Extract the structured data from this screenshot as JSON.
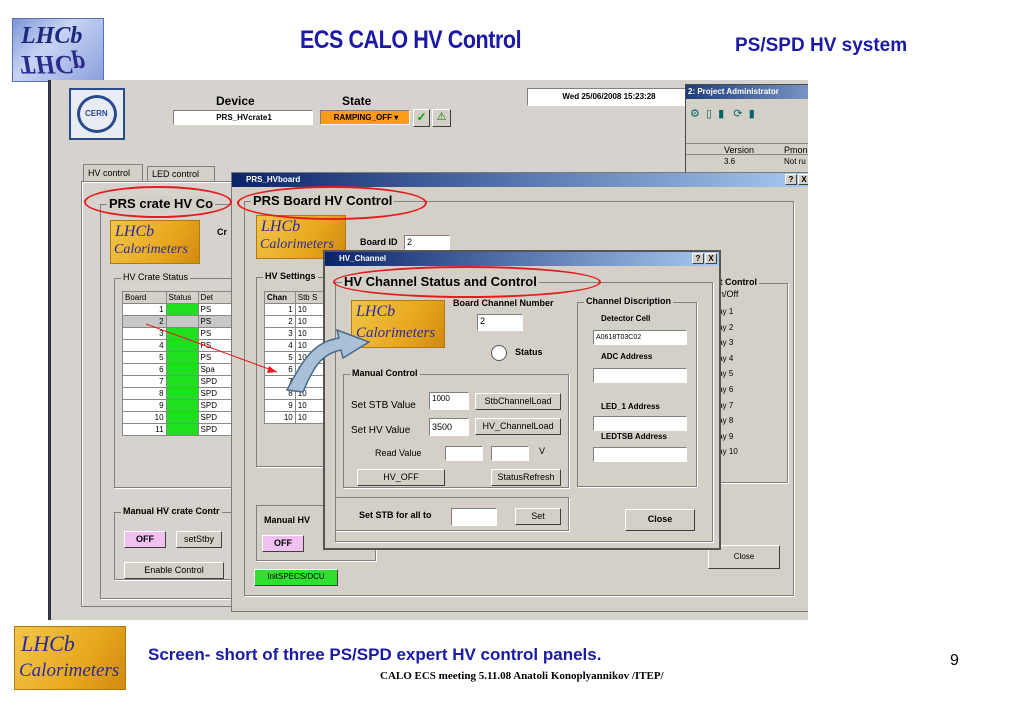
{
  "slide": {
    "logo_text_top": "LHCb",
    "logo_text_bottom": "THCp",
    "title": "ECS CALO HV Control",
    "subtitle": "PS/SPD HV system",
    "caption": "Screen- short of  three PS/SPD  expert HV control panels.",
    "footer": "CALO ECS meeting 5.11.08     Anatoli Konoplyannikov /ITEP/",
    "page_number": "9",
    "bottom_logo_l1": "LHCb",
    "bottom_logo_l2": "Calorimeters"
  },
  "header_panel": {
    "device_label": "Device",
    "state_label": "State",
    "device_value": "PRS_HVcrate1",
    "state_value": "RAMPING_OFF",
    "datetime": "Wed 25/06/2008     15:23:28",
    "cern": "CERN"
  },
  "admin": {
    "title": "2: Project Administrator",
    "col1": "Version",
    "col2": "Pmon",
    "val1": "3.6",
    "val2": "Not ru"
  },
  "crate": {
    "tab1": "HV control",
    "tab2": "LED control",
    "heading": "PRS crate HV Co",
    "cr": "Cr",
    "status_group": "HV Crate Status",
    "cols": [
      "Board",
      "Status",
      "Det"
    ],
    "rows": [
      {
        "board": "1",
        "det": "PS"
      },
      {
        "board": "2",
        "det": "PS"
      },
      {
        "board": "3",
        "det": "PS"
      },
      {
        "board": "4",
        "det": "PS"
      },
      {
        "board": "5",
        "det": "PS"
      },
      {
        "board": "6",
        "det": "Spa"
      },
      {
        "board": "7",
        "det": "SPD"
      },
      {
        "board": "8",
        "det": "SPD"
      },
      {
        "board": "9",
        "det": "SPD"
      },
      {
        "board": "10",
        "det": "SPD"
      },
      {
        "board": "11",
        "det": "SPD"
      }
    ],
    "manual_group": "Manual HV crate Contr",
    "off": "OFF",
    "setstby": "setStby",
    "enable": "Enable Control"
  },
  "board": {
    "title": "PRS_HVboard",
    "heading": "PRS Board HV Control",
    "board_id_label": "Board ID",
    "board_id": "2",
    "settings_group": "HV Settings",
    "cols": [
      "Chan",
      "Stb S"
    ],
    "rows": [
      {
        "ch": "1",
        "v": "10"
      },
      {
        "ch": "2",
        "v": "10"
      },
      {
        "ch": "3",
        "v": "10"
      },
      {
        "ch": "4",
        "v": "10"
      },
      {
        "ch": "5",
        "v": "10"
      },
      {
        "ch": "6",
        "v": "10"
      },
      {
        "ch": "7",
        "v": "10"
      },
      {
        "ch": "8",
        "v": "10"
      },
      {
        "ch": "9",
        "v": "10"
      },
      {
        "ch": "10",
        "v": "10"
      }
    ],
    "expert_group": "ert Control",
    "onoff": "On/Off",
    "delays": [
      "elay 1",
      "elay 2",
      "elay 3",
      "elay 4",
      "elay 5",
      "elay 6",
      "elay 7",
      "elay 8",
      "elay 9",
      "elay 10"
    ],
    "manual": "Manual HV",
    "off": "OFF",
    "init": "InitSPECS/DCU",
    "close": "Close"
  },
  "channel": {
    "title": "HV_Channel",
    "heading": "HV Channel Status and Control",
    "board_channel_label": "Board Channel Number",
    "board_channel": "2",
    "status_label": "Status",
    "manual_group": "Manual  Control",
    "stb_label": "Set STB Value",
    "stb_value": "1000",
    "stb_load": "StbChannelLoad",
    "hv_label": "Set HV Value",
    "hv_value": "3500",
    "hv_load": "HV_ChannelLoad",
    "read_label": "Read Value",
    "volt": "V",
    "hv_off": "HV_OFF",
    "refresh": "StatusRefresh",
    "stb_all_label": "Set STB for all to",
    "set": "Set",
    "desc_group": "Channel Discription",
    "det_cell_label": "Detector Cell",
    "det_cell": "A0618T03C02",
    "adc_label": "ADC Address",
    "led1_label": "LED_1 Address",
    "ledtsb_label": "LEDTSB Address",
    "close": "Close",
    "help": "?",
    "x": "X"
  }
}
